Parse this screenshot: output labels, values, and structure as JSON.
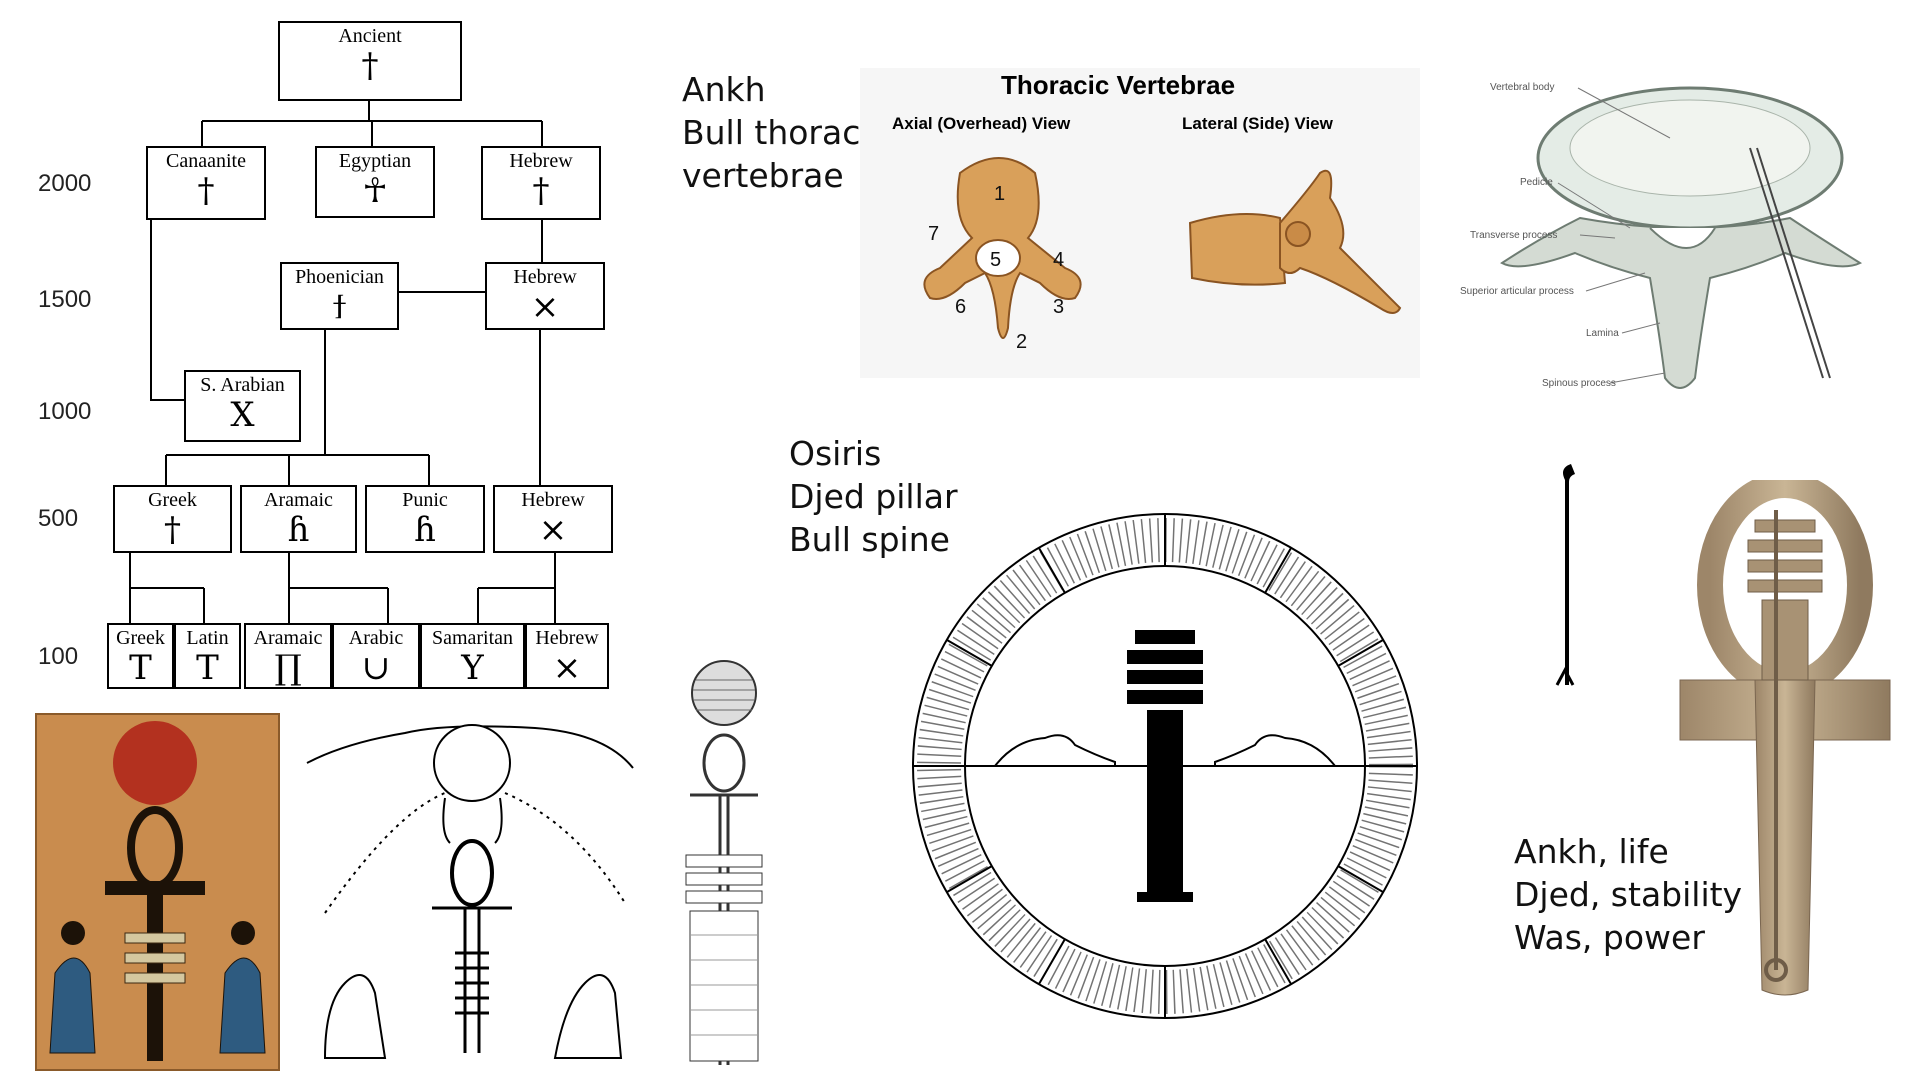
{
  "tree": {
    "years": [
      "2000",
      "1500",
      "1000",
      "500",
      "100"
    ],
    "nodes": {
      "ancient": {
        "name": "Ancient",
        "glyph": "†"
      },
      "canaanite": {
        "name": "Canaanite",
        "glyph": "†"
      },
      "egyptian": {
        "name": "Egyptian",
        "glyph": "☥"
      },
      "hebrew1": {
        "name": "Hebrew",
        "glyph": "†"
      },
      "phoenician": {
        "name": "Phoenician",
        "glyph": "ϯ"
      },
      "hebrew2": {
        "name": "Hebrew",
        "glyph": "×"
      },
      "sarabian": {
        "name": "S. Arabian",
        "glyph": "X"
      },
      "greek1": {
        "name": "Greek",
        "glyph": "†"
      },
      "aramaic1": {
        "name": "Aramaic",
        "glyph": "ɦ"
      },
      "punic": {
        "name": "Punic",
        "glyph": "ɦ"
      },
      "hebrew3": {
        "name": "Hebrew",
        "glyph": "×"
      },
      "greek2": {
        "name": "Greek",
        "glyph": "T"
      },
      "latin": {
        "name": "Latin",
        "glyph": "T"
      },
      "aramaic2": {
        "name": "Aramaic",
        "glyph": "∏"
      },
      "arabic": {
        "name": "Arabic",
        "glyph": "∪"
      },
      "samaritan": {
        "name": "Samaritan",
        "glyph": "Y"
      },
      "hebrew4": {
        "name": "Hebrew",
        "glyph": "×"
      }
    }
  },
  "captions": {
    "ankh": "Ankh\nBull thoracic\nvertebrae",
    "osiris": "Osiris\nDjed pillar\nBull spine",
    "symbols": "Ankh, life\nDjed, stability\nWas, power"
  },
  "vertebrae_figure": {
    "title": "Thoracic Vertebrae",
    "axial": "Axial (Overhead) View",
    "lateral": "Lateral (Side) View",
    "numbers": [
      "1",
      "2",
      "3",
      "4",
      "5",
      "6",
      "7"
    ]
  },
  "anatomy_labels": [
    "Vertebral body",
    "Pedicle",
    "Transverse process",
    "Superior articular process",
    "Lamina",
    "Spinous process"
  ],
  "colors": {
    "bone": "#d9a05a",
    "bone_dark": "#a8672b",
    "papyrus": "#c98c4e",
    "sun": "#b3311f",
    "stone": "#bfa88a"
  }
}
